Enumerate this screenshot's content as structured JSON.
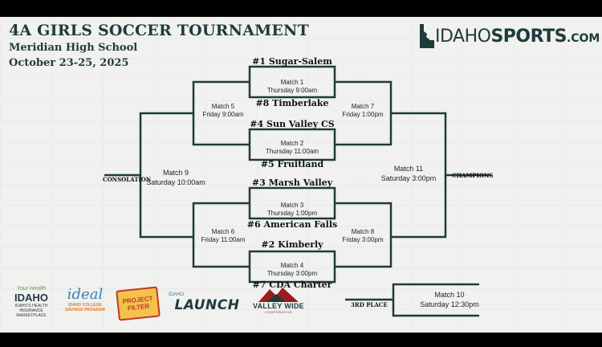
{
  "header": {
    "title": "4A GIRLS SOCCER TOURNAMENT",
    "venue": "Meridian High School",
    "dates": "October 23-25, 2025"
  },
  "brand": {
    "part1": "IDAHO",
    "part2": "SPORTS",
    "part3": ".COM",
    "icon": "idaho-state-icon"
  },
  "teams": {
    "t1": "#1 Sugar-Salem",
    "t8": "#8 Timberlake",
    "t4": "#4 Sun Valley CS",
    "t5": "#5 Fruitland",
    "t3": "#3 Marsh Valley",
    "t6": "#6 American Falls",
    "t2": "#2 Kimberly",
    "t7": "#7 CDA Charter"
  },
  "matches": {
    "m1": {
      "name": "Match 1",
      "time": "Thursday 9:00am"
    },
    "m2": {
      "name": "Match 2",
      "time": "Thursday 11:00am"
    },
    "m3": {
      "name": "Match 3",
      "time": "Thursday 1:00pm"
    },
    "m4": {
      "name": "Match 4",
      "time": "Thursday 3:00pm"
    },
    "m5": {
      "name": "Match 5",
      "time": "Friday 9:00am"
    },
    "m6": {
      "name": "Match 6",
      "time": "Friday 11:00am"
    },
    "m7": {
      "name": "Match 7",
      "time": "Friday 1:00pm"
    },
    "m8": {
      "name": "Match 8",
      "time": "Friday 3:00pm"
    },
    "m9": {
      "name": "Match 9",
      "time": "Saturday 10:00am"
    },
    "m10": {
      "name": "Match 10",
      "time": "Saturday 12:30pm"
    },
    "m11": {
      "name": "Match 11",
      "time": "Saturday 3:00pm"
    }
  },
  "labels": {
    "consolation": "CONSOLATION",
    "champions": "CHAMPIONS",
    "third": "3RD PLACE"
  },
  "sponsors": {
    "your_health_idaho": {
      "tagline": "Your Health",
      "name": "IDAHO",
      "desc": "IDAHO'S HEALTH INSURANCE MARKETPLACE"
    },
    "ideal": {
      "name": "ideal",
      "desc": "IDAHO COLLEGE SAVINGS PROGRAM"
    },
    "project_filter": {
      "line1": "PROJECT",
      "line2": "FILTER"
    },
    "idaho_launch": {
      "small": "IDAHO",
      "name": "LAUNCH"
    },
    "valley_wide": {
      "name": "VALLEY WIDE",
      "desc": "COOPERATIVE"
    }
  },
  "colors": {
    "line": "#1e3b3d",
    "text": "#111111",
    "background": "#f1f1ef"
  }
}
